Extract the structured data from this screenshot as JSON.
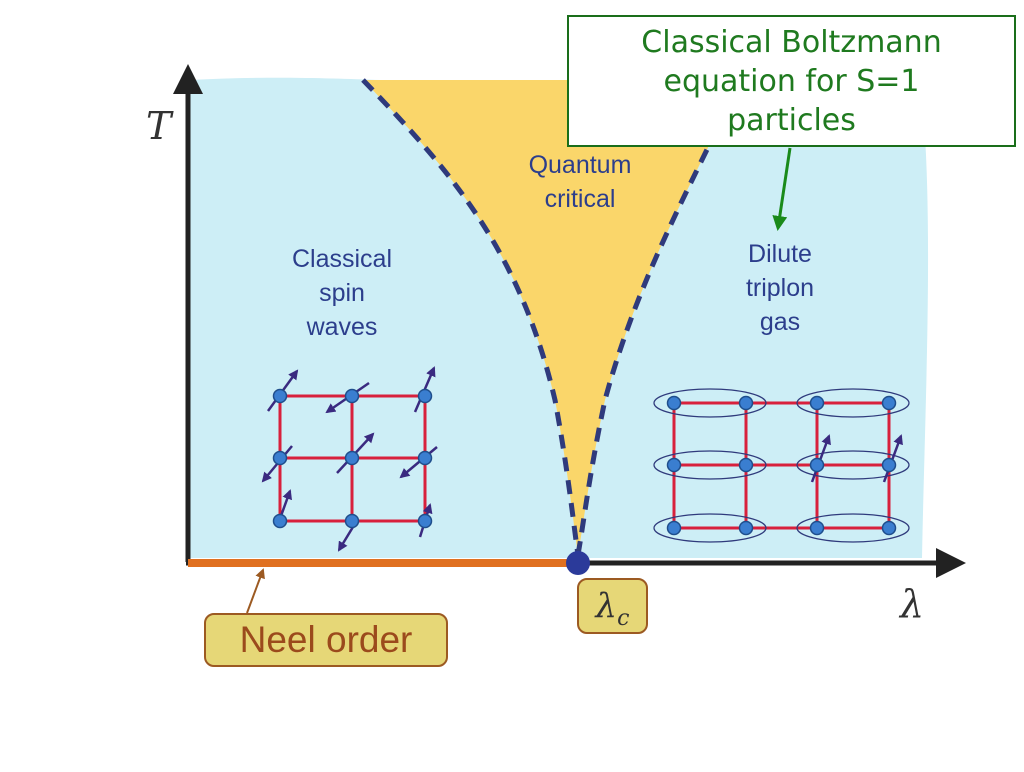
{
  "axes": {
    "y_label": "T",
    "x_label": "λ"
  },
  "regions": {
    "classical": {
      "lines": [
        "Classical",
        "spin",
        "waves"
      ]
    },
    "quantum": {
      "lines": [
        "Quantum",
        "critical"
      ]
    },
    "triplon": {
      "lines": [
        "Dilute",
        "triplon",
        "gas"
      ]
    }
  },
  "callout": {
    "lines": [
      "Classical Boltzmann",
      "equation for S=1",
      "particles"
    ]
  },
  "tags": {
    "neel": "Neel order",
    "critical_point_symbol": "λ",
    "critical_point_subscript": "c"
  },
  "colors": {
    "background_region": "#cdeef6",
    "quantum_critical_region": "#fad66a",
    "crossover_lines": "#2f3a7c",
    "neel_line": "#e07020",
    "lattice_bonds": "#d8203c",
    "spin_sites": "#3a7ed0",
    "spin_arrows": "#3a2a80",
    "callout_text": "#1f7a1f"
  }
}
